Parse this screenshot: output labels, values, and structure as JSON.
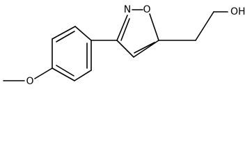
{
  "structure": {
    "atoms": {
      "ring_nitrogen": "N",
      "ring_oxygen": "O",
      "hydroxyl": "OH",
      "methoxy_oxygen": "O"
    }
  }
}
